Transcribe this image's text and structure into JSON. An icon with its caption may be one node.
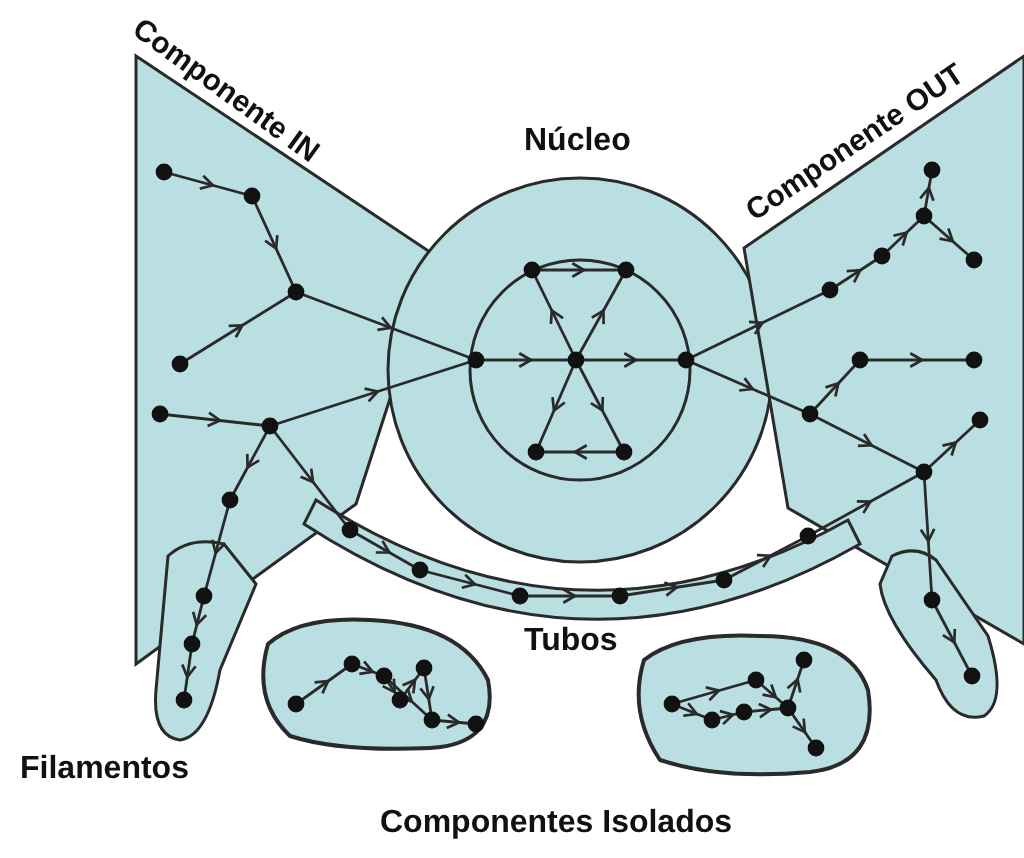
{
  "diagram": {
    "nodes": [
      {
        "text": [
          "Componente IN"
        ]
      },
      {
        "text": [
          "Núcleo"
        ]
      },
      {
        "text": [
          "Componente OUT"
        ]
      },
      {
        "text": [
          "Tubos"
        ]
      },
      {
        "text": [],
        "shape": "band"
      },
      {
        "text": [],
        "shape": "band"
      },
      {
        "text": [],
        "shape": "cloud"
      },
      {
        "text": [],
        "shape": "cloud"
      }
    ],
    "labels": [
      "Filamentos",
      "Componentes Isolados"
    ]
  }
}
